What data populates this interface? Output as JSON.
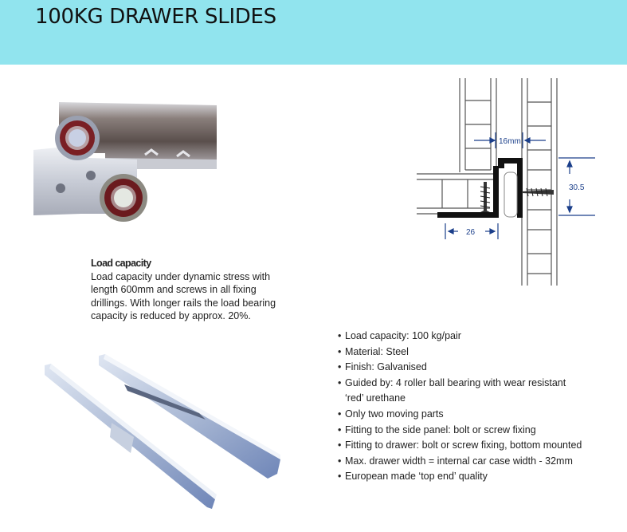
{
  "header": {
    "title": "100KG DRAWER SLIDES",
    "background": "#91e4ee"
  },
  "images": {
    "roller_closeup": {
      "alt": "Close-up of drawer slide rollers with red urethane bearings"
    },
    "rail_pair": {
      "alt": "Pair of galvanised drawer slide rails"
    },
    "fitting_diagram": {
      "alt": "Cross-section diagram of slide fitting between drawer and side panel",
      "labels": {
        "gap": "16mm",
        "height": "30.5",
        "depth": "26"
      }
    }
  },
  "load_capacity": {
    "title": "Load capacity",
    "lines": [
      "Load capacity under dynamic stress with",
      "length 600mm and screws in all fixing",
      "drillings.  With longer rails the load bearing",
      "capacity is reduced by approx. 20%."
    ]
  },
  "features": {
    "bullet": "•",
    "items": [
      {
        "text": "Load capacity: 100 kg/pair"
      },
      {
        "text": "Material: Steel"
      },
      {
        "text": "Finish: Galvanised"
      },
      {
        "text": "Guided by: 4 roller ball bearing with wear resistant",
        "continuation": "‘red’ urethane"
      },
      {
        "text": "Only two moving parts"
      },
      {
        "text": "Fitting to the side panel: bolt or screw fixing"
      },
      {
        "text": "Fitting to drawer: bolt or screw fixing, bottom mounted"
      },
      {
        "text": "Max. drawer width = internal car case width - 32mm"
      },
      {
        "text": "European made ‘top end’ quality"
      }
    ]
  }
}
